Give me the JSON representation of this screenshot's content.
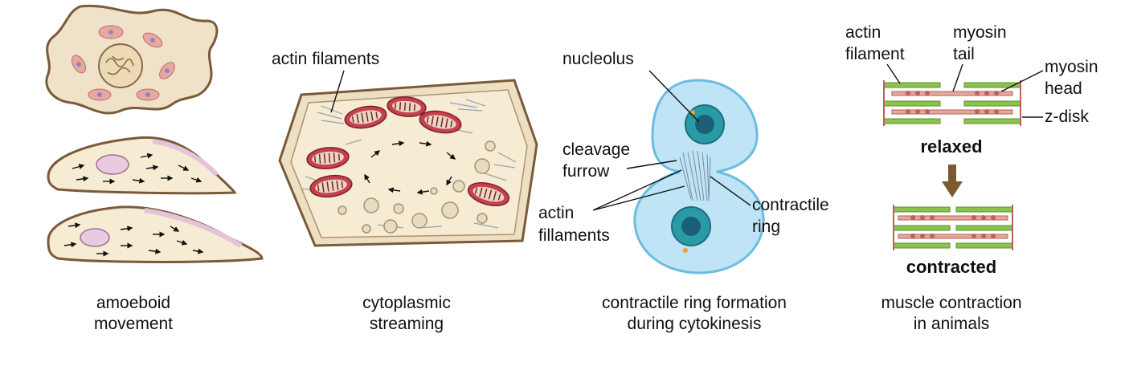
{
  "colors": {
    "membrane": "#7a5a3a",
    "cytoplasm": "#f6ecd4",
    "amoeba_fill": "#efe2c8",
    "cell_pink": "#e9a7a0",
    "mito_red": "#c8404a",
    "vesicle": "#e8dcc0",
    "cyto_blue": "#bfe4f5",
    "nucleus_teal": "#2a9aa6",
    "actin_green": "#8cc24e",
    "myosin_pink": "#e6a79a",
    "arrow_brown": "#7a5a2e"
  },
  "panels": {
    "amoeboid": {
      "caption_line1": "amoeboid",
      "caption_line2": "movement"
    },
    "streaming": {
      "label_actin": "actin filaments",
      "caption_line1": "cytoplasmic",
      "caption_line2": "streaming"
    },
    "cytokinesis": {
      "label_nucleolus": "nucleolus",
      "label_cleavage_1": "cleavage",
      "label_cleavage_2": "furrow",
      "label_actin_1": "actin",
      "label_actin_2": "fillaments",
      "label_ring_1": "contractile",
      "label_ring_2": "ring",
      "caption_line1": "contractile ring formation",
      "caption_line2": "during cytokinesis"
    },
    "muscle": {
      "label_actin_1": "actin",
      "label_actin_2": "filament",
      "label_myosin_1": "myosin",
      "label_myosin_2": "tail",
      "label_head_1": "myosin",
      "label_head_2": "head",
      "label_zdisk": "z-disk",
      "state_relaxed": "relaxed",
      "state_contracted": "contracted",
      "caption_line1": "muscle contraction",
      "caption_line2": "in animals"
    }
  }
}
